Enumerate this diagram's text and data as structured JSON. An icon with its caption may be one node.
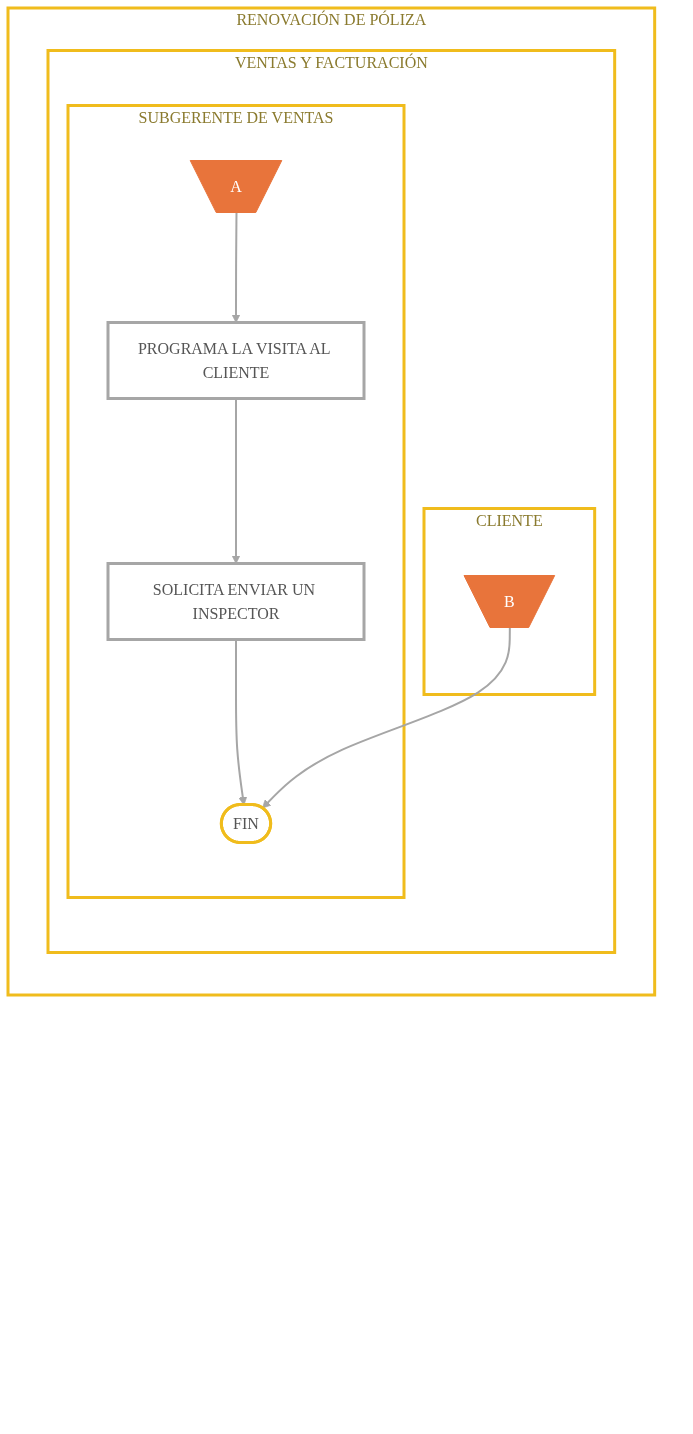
{
  "diagram": {
    "nodes": [
      {
        "text": [
          "RENOVACIÓN DE PÓLIZA"
        ]
      },
      {
        "text": [
          "VENTAS Y FACTURACIÓN"
        ],
        "in": 0
      },
      {
        "text": [
          "SUBGERENTE DE VENTAS"
        ],
        "in": 1
      },
      {
        "text": [
          "CLIENTE"
        ],
        "in": 1
      },
      {
        "text": [
          "A"
        ],
        "in": 2
      },
      {
        "text": [
          "PROGRAMA LA VISITA AL CLIENTE"
        ],
        "in": 2
      },
      {
        "text": [
          "SOLICITA ENVIAR UN INSPECTOR"
        ],
        "in": 2
      },
      {
        "text": [
          "FIN"
        ],
        "in": 2
      },
      {
        "text": [
          "B"
        ],
        "in": 3
      }
    ],
    "edges": [
      {
        "from": 4,
        "to": 5,
        "arrow": "to"
      },
      {
        "from": 5,
        "to": 6,
        "arrow": "to"
      },
      {
        "from": 6,
        "to": 7,
        "arrow": "to"
      },
      {
        "from": 8,
        "to": 7,
        "arrow": "to"
      }
    ]
  }
}
